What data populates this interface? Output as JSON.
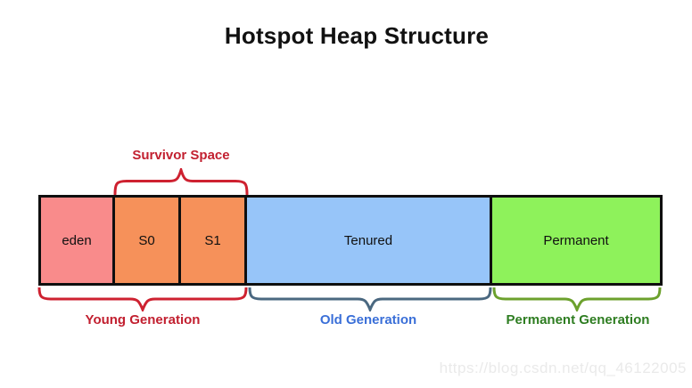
{
  "title": "Hotspot Heap Structure",
  "heap": {
    "border_color": "#0f0f0f",
    "segments": [
      {
        "label": "eden",
        "color": "#F98B8B"
      },
      {
        "label": "S0",
        "color": "#F6915A"
      },
      {
        "label": "S1",
        "color": "#F6915A"
      },
      {
        "label": "Tenured",
        "color": "#97C5F9"
      },
      {
        "label": "Permanent",
        "color": "#8EF25B"
      }
    ]
  },
  "annotations": {
    "survivor_space": {
      "label": "Survivor Space",
      "text_color": "#C22030",
      "brace_color": "#CE2130"
    },
    "young_generation": {
      "label": "Young Generation",
      "text_color": "#C22030",
      "brace_color": "#CE2130"
    },
    "old_generation": {
      "label": "Old Generation",
      "text_color": "#3A6FD8",
      "brace_color": "#4A6880"
    },
    "permanent_generation": {
      "label": "Permanent Generation",
      "text_color": "#2E7D21",
      "brace_color": "#6CA12D"
    }
  },
  "watermark": "https://blog.csdn.net/qq_46122005"
}
